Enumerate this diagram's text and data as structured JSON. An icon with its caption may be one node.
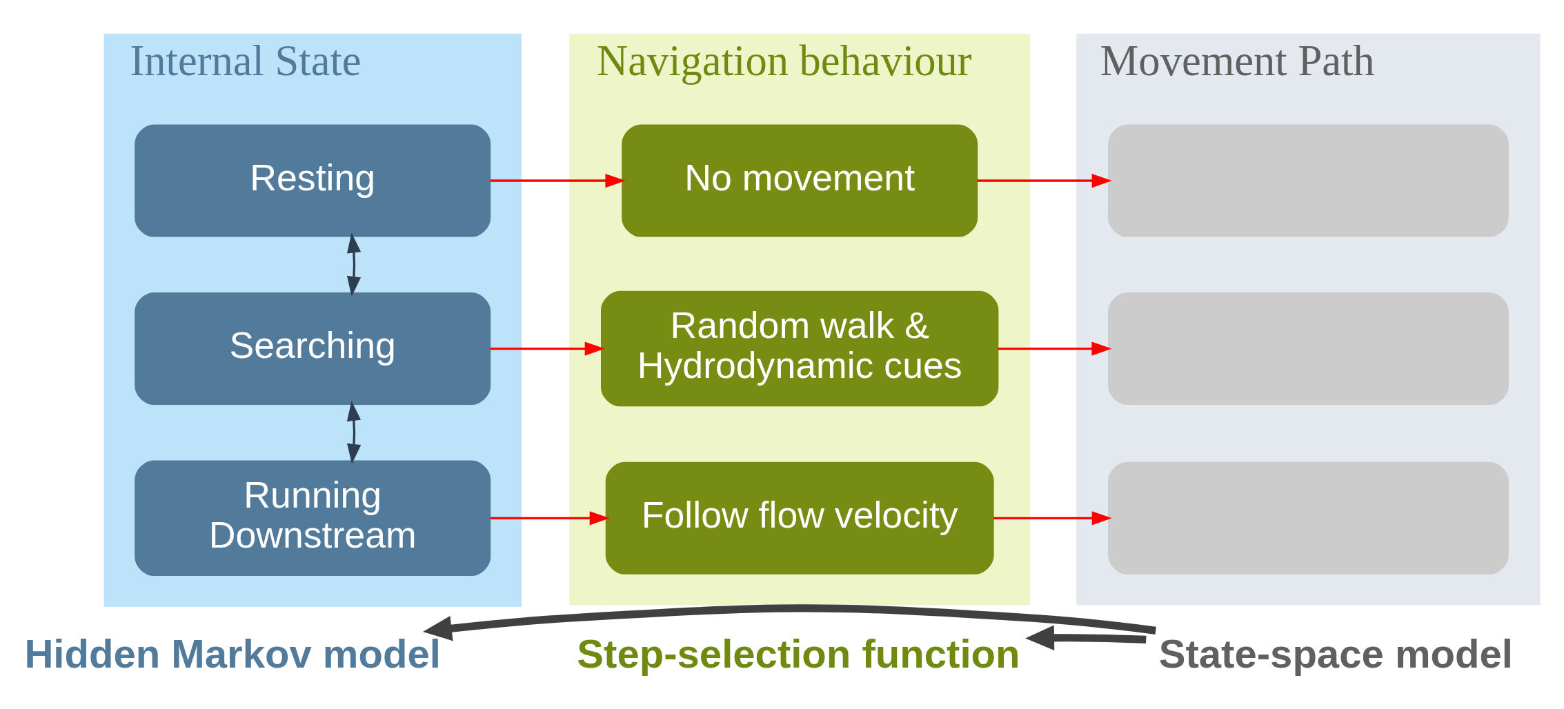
{
  "diagram": {
    "nodes": [
      {
        "text": [
          "Internal State"
        ]
      },
      {
        "text": [
          "Resting"
        ],
        "in": 0
      },
      {
        "text": [
          "Searching"
        ],
        "in": 0
      },
      {
        "text": [
          "Running Downstream"
        ],
        "in": 0
      },
      {
        "text": [
          "Navigation behaviour"
        ]
      },
      {
        "text": [
          "No movement"
        ],
        "in": 4
      },
      {
        "text": [
          "Random walk & Hydrodynamic cues"
        ],
        "in": 4
      },
      {
        "text": [
          "Follow flow velocity"
        ],
        "in": 4
      },
      {
        "text": [
          "Movement Path"
        ]
      },
      {
        "text": [],
        "shape": "box",
        "in": 8
      },
      {
        "text": [],
        "shape": "box",
        "in": 8
      },
      {
        "text": [],
        "shape": "box",
        "in": 8
      },
      {
        "text": [
          "Hidden Markov model"
        ]
      },
      {
        "text": [
          "Step-selection function"
        ]
      },
      {
        "text": [
          "State-space model"
        ]
      }
    ],
    "edges": [
      {
        "from": 1,
        "to": 2,
        "arrow": "both",
        "color": "#2d3e50"
      },
      {
        "from": 2,
        "to": 3,
        "arrow": "both",
        "color": "#2d3e50"
      },
      {
        "from": 1,
        "to": 5,
        "arrow": "to"
      },
      {
        "from": 2,
        "to": 6,
        "arrow": "to"
      },
      {
        "from": 3,
        "to": 7,
        "arrow": "to"
      },
      {
        "from": 5,
        "to": 9,
        "arrow": "to"
      },
      {
        "from": 6,
        "to": 10,
        "arrow": "to"
      },
      {
        "from": 7,
        "to": 11,
        "arrow": "to"
      },
      {
        "from": 14,
        "to": 13,
        "arrow": "to",
        "style": "thick",
        "color": "#404040"
      },
      {
        "from": 14,
        "to": 12,
        "arrow": "to",
        "style": "thick",
        "color": "#404040"
      }
    ]
  }
}
